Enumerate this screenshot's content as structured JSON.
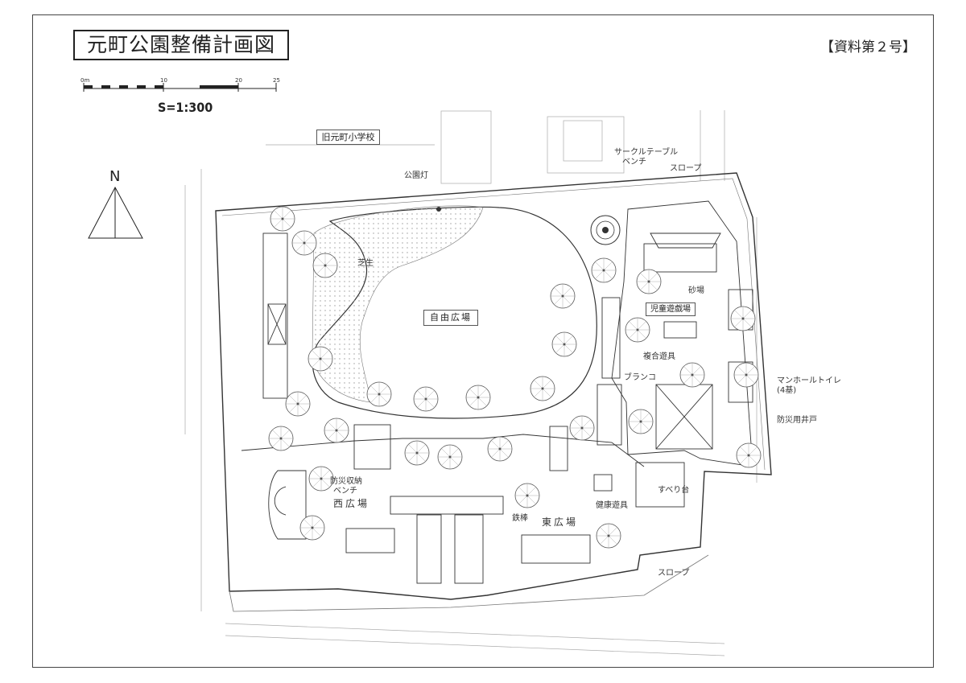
{
  "title": "元町公園整備計画図",
  "document_no": "【資料第２号】",
  "scale_bar": {
    "ticks": [
      "0m",
      "10",
      "20",
      "25"
    ],
    "scale_text": "S=1:300"
  },
  "north": "N",
  "adjacent": {
    "school": "旧元町小学校"
  },
  "labels": {
    "lamp": "公園灯",
    "lawn": "芝生",
    "free_plaza": "自由広場",
    "circle_table": "サークルテーブル",
    "bench": "ベンチ",
    "slope_north": "スロープ",
    "sandbox": "砂場",
    "kids_play": "児童遊戯場",
    "combo_play": "複合遊具",
    "swing": "ブランコ",
    "manhole_toilet": "マンホールトイレ",
    "manhole_count": "(4基)",
    "disaster_well": "防災用井戸",
    "disaster_storage": "防災収納",
    "storage_bench": "ベンチ",
    "west_plaza": "西広場",
    "slide": "すべり台",
    "fitness": "健康遊具",
    "iron_bar": "鉄棒",
    "east_plaza": "東広場",
    "slope_south": "スロープ"
  },
  "colors": {
    "line": "#333333",
    "lawn_dot": "#9a9a9a",
    "tree": "#555555"
  }
}
